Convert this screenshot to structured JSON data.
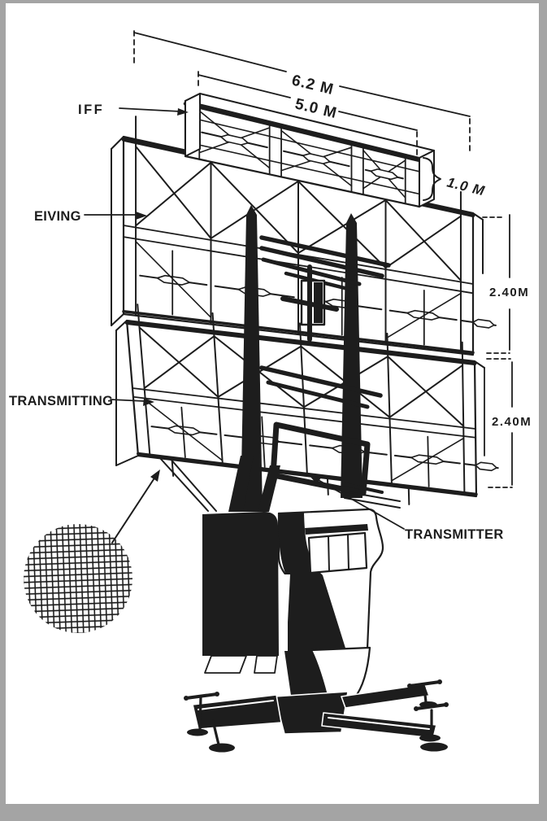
{
  "colors": {
    "ink": "#1d1d1d",
    "paper": "#ffffff",
    "scan_border": "#a4a4a4"
  },
  "labels": {
    "iff": "IFF",
    "receiving": "EIVING",
    "transmitting": "TRANSMITTING",
    "transmitter": "TRANSMITTER"
  },
  "dimensions": {
    "overall_width": "6.2 M",
    "inner_width": "5.0 M",
    "iff_height": "1.0 M",
    "receiving_height": "2.40M",
    "transmitting_height": "2.40M"
  }
}
